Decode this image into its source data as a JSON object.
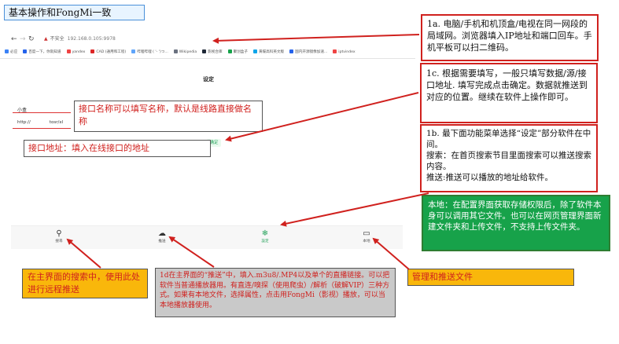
{
  "title": "基本操作和FongMi一致",
  "browser": {
    "back_icon": "←",
    "forward_icon": "→",
    "reload_icon": "↻",
    "insecure_label": "不安全",
    "url": "192.168.0.105:9978",
    "bookmarks": [
      {
        "label": "必应",
        "color": "#3b82f6"
      },
      {
        "label": "百度一下，你就知道",
        "color": "#2563eb"
      },
      {
        "label": "yandex",
        "color": "#ef4444"
      },
      {
        "label": "CAD (通用和工程)",
        "color": "#dc2626"
      },
      {
        "label": "哔哩哔哩 ( '- ')つ...",
        "color": "#60a5fa"
      },
      {
        "label": "Wikipedia",
        "color": "#6b7280"
      },
      {
        "label": "影视合库",
        "color": "#1f2937"
      },
      {
        "label": "聚创盒子",
        "color": "#16a34a"
      },
      {
        "label": "黄碟高科英文版",
        "color": "#0ea5e9"
      },
      {
        "label": "国内开源镜像加速...",
        "color": "#2563eb"
      },
      {
        "label": "iptvindex",
        "color": "#ef4444"
      }
    ]
  },
  "app": {
    "settings_title": "设定",
    "name_label": "小盒",
    "address_prefix": "http://",
    "address_suffix": "tosr/xl",
    "confirm_label": "确定",
    "tabs": [
      {
        "label": "搜尋",
        "icon": "search-icon",
        "glyph": "⚲"
      },
      {
        "label": "推送",
        "icon": "upload-cloud-icon",
        "glyph": "☁"
      },
      {
        "label": "設定",
        "icon": "gear-icon",
        "glyph": "❄"
      },
      {
        "label": "本地",
        "icon": "folder-icon",
        "glyph": "▭"
      }
    ]
  },
  "annotations": {
    "name": "接口名称可以填写名称，默认是线路直接做名称",
    "address": "接口地址：填入在线接口的地址",
    "a1a": "1a. 电脑/手机和机顶盒/电视在同一网段的局域网。浏览器填入IP地址和端口回车。手机平板可以扫二维码。",
    "a1c": "1c. 根据需要填写，一般只填写数据/源/接口地址. 填写完成点击确定。数据就推送到对应的位置。继续在软件上操作即可。",
    "a1b_line1": "1b. 最下面功能菜单选择“设定”部分软件在中间。",
    "a1b_line2": "搜索：在首页搜索节目里面搜索可以推送搜索内容。",
    "a1b_line3": "推送:推送可以播放的地址给软件。",
    "local": "本地：在配置界面获取存储权限后，除了软件本身可以调用其它文件。也可以在网页管理界面新建文件夹和上传文件，不支持上传文件夹。",
    "search": "在主界面的搜索中，使用此处进行远程推送",
    "push": "1d在主界面的“推送”中，填入.m3u8/.MP4以及单个的直播链接。可以把软件当普通播放器用。有直连/嗅探（使用爬虫）/解析（破解VIP）三种方式。如果有本地文件，选择属性，点击用FongMi（影视）播放，可以当本地播放器使用。",
    "manage": "管理和推送文件"
  }
}
